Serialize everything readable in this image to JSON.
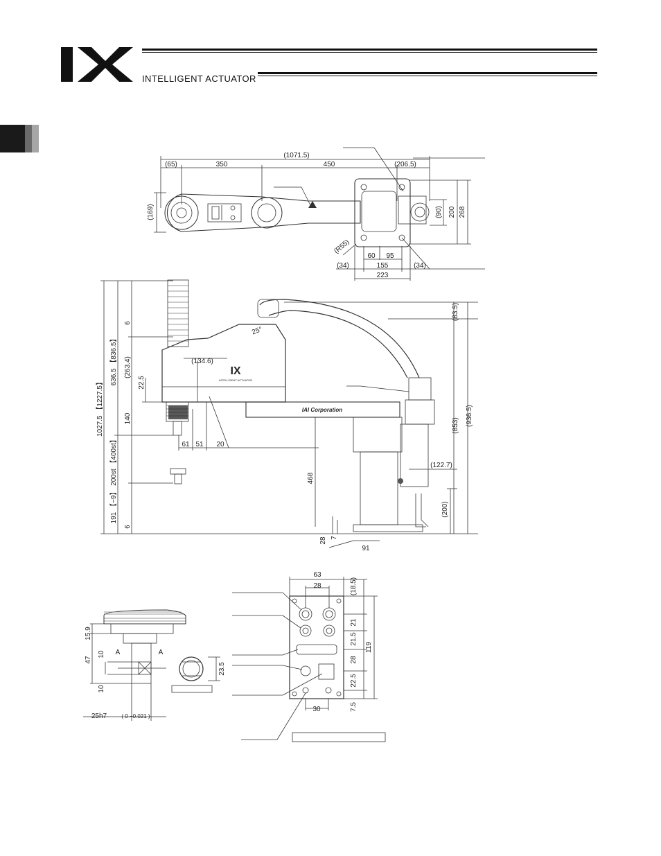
{
  "header": {
    "logo_icon": "ix-logo-icon",
    "brand": "INTELLIGENT ACTUATOR"
  },
  "top_view": {
    "dims_top": [
      "(1071.5)",
      "(65)",
      "350",
      "450",
      "(206.5)"
    ],
    "dims_right": [
      "(90)",
      "200",
      "268"
    ],
    "dim_left": "(169)",
    "dims_bottom": [
      "(R55)",
      "60",
      "95",
      "(34)",
      "155",
      "(34)",
      "223"
    ]
  },
  "side_view": {
    "dims_left": [
      "1027.5 【1227.5】",
      "636.5 【836.5】",
      "6",
      "(263.4)",
      "22.5",
      "140",
      "200st 【400st】",
      "191 【−9】",
      "6"
    ],
    "dims_mid": [
      "(134.6)",
      "25°",
      "61",
      "51",
      "20",
      "468",
      "28",
      "7",
      "91"
    ],
    "dims_right": [
      "(83.5)",
      "(853)",
      "(936.5)",
      "(122.7)",
      "(200)"
    ],
    "body_label": "IX",
    "body_sub": "INTELLIGENT ACTUATOR",
    "arm_label": "IAI Corporation"
  },
  "shaft_detail": {
    "dims": [
      "15.9",
      "47",
      "10",
      "10",
      "25h7",
      "23.5"
    ],
    "section_labels": [
      "A",
      "A"
    ],
    "tolerance": "( 0 −0.021 )"
  },
  "panel_detail": {
    "dims_top": [
      "63",
      "28"
    ],
    "dims_right": [
      "(18.5)",
      "21",
      "21.5",
      "28",
      "22.5",
      "7.5",
      "119"
    ],
    "dim_bottom": "30"
  }
}
